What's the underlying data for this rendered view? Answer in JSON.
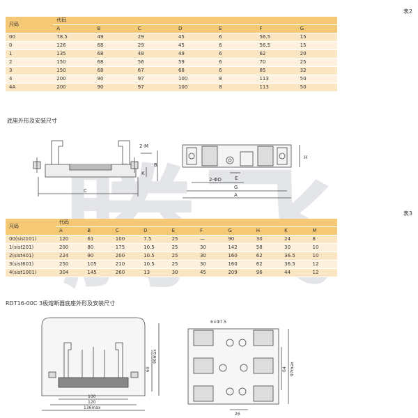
{
  "table2": {
    "caption": "表2",
    "header_label": "尺码",
    "code_label": "代码",
    "columns": [
      "A",
      "B",
      "C",
      "D",
      "E",
      "F",
      "G"
    ],
    "rows": [
      [
        "00",
        "78.5",
        "49",
        "29",
        "45",
        "6",
        "56.5",
        "15"
      ],
      [
        "0",
        "126",
        "68",
        "29",
        "45",
        "6",
        "56.5",
        "15"
      ],
      [
        "1",
        "135",
        "68",
        "48",
        "49",
        "6",
        "62",
        "20"
      ],
      [
        "2",
        "150",
        "68",
        "56",
        "59",
        "6",
        "70",
        "25"
      ],
      [
        "3",
        "150",
        "68",
        "67",
        "68",
        "6",
        "85",
        "32"
      ],
      [
        "4",
        "200",
        "90",
        "97",
        "100",
        "8",
        "113",
        "50"
      ],
      [
        "4A",
        "200",
        "90",
        "97",
        "100",
        "8",
        "113",
        "50"
      ]
    ]
  },
  "section1_title": "底座外形及安装尺寸",
  "drawing1": {
    "side_labels": [
      "2-M",
      "B",
      "K",
      "C"
    ],
    "top_labels": [
      "H",
      "2-ΦD",
      "E",
      "G",
      "A"
    ]
  },
  "table3": {
    "caption": "表3",
    "header_label": "尺码",
    "code_label": "代码",
    "columns": [
      "A",
      "B",
      "C",
      "D",
      "E",
      "F",
      "G",
      "H",
      "K",
      "M"
    ],
    "rows": [
      [
        "00(sist101)",
        "120",
        "61",
        "100",
        "7.5",
        "25",
        "—",
        "90",
        "30",
        "24",
        "8"
      ],
      [
        "1(sist201)",
        "200",
        "80",
        "175",
        "10.5",
        "25",
        "30",
        "142",
        "58",
        "30",
        "10"
      ],
      [
        "2(sist401)",
        "224",
        "90",
        "200",
        "10.5",
        "25",
        "30",
        "160",
        "62",
        "36.5",
        "10"
      ],
      [
        "3(sist601)",
        "250",
        "105",
        "210",
        "10.5",
        "25",
        "30",
        "160",
        "62",
        "36.5",
        "12"
      ],
      [
        "4(sist1001)",
        "304",
        "145",
        "260",
        "13",
        "30",
        "45",
        "209",
        "96",
        "44",
        "12"
      ]
    ]
  },
  "section2_title": "RDT16-00C 3极熔断器底座外形及安装尺寸",
  "drawing2": {
    "front_dims": [
      "100",
      "120",
      "136max",
      "60",
      "90max"
    ],
    "top_dims": [
      "6×Φ7.5",
      "26",
      "64",
      "97max"
    ]
  },
  "watermark_text": "腾飞",
  "colors": {
    "header": "#f5c876",
    "row_odd": "#fbe6c4",
    "row_even": "#fdf1de",
    "line": "#444444"
  }
}
